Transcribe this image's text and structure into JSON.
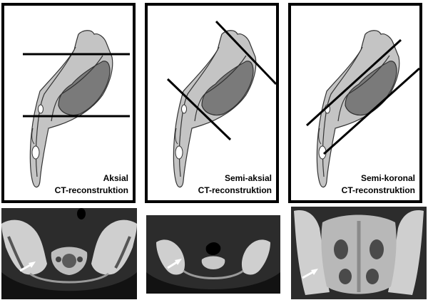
{
  "panels": [
    {
      "name": "axial",
      "line1": "Aksial",
      "line2": "CT-reconstruktion"
    },
    {
      "name": "semi-axial",
      "line1": "Semi-aksial",
      "line2": "CT-reconstruktion"
    },
    {
      "name": "semi-coronal",
      "line1": "Semi-koronal",
      "line2": "CT-reconstruktion"
    }
  ],
  "colors": {
    "bone_light": "#c4c4c4",
    "bone_dark": "#7a7a7a",
    "outline": "#333333",
    "line": "#000000"
  }
}
